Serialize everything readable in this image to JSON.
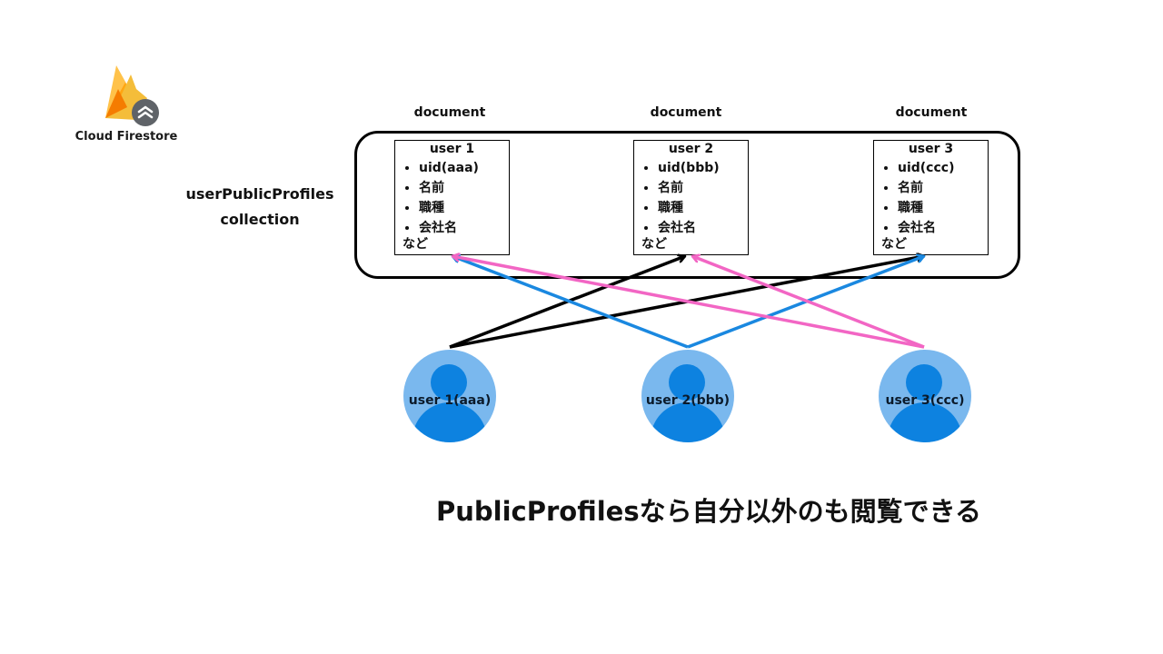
{
  "logo": {
    "text": "Cloud Firestore",
    "icon": "firebase-flame-icon"
  },
  "collection": {
    "label_line1": "userPublicProfiles",
    "label_line2": "collection"
  },
  "documents": [
    {
      "heading": "document",
      "title": "user 1",
      "fields": [
        "uid(aaa)",
        "名前",
        "職種",
        "会社名"
      ],
      "etc": "など"
    },
    {
      "heading": "document",
      "title": "user 2",
      "fields": [
        "uid(bbb)",
        "名前",
        "職種",
        "会社名"
      ],
      "etc": "など"
    },
    {
      "heading": "document",
      "title": "user 3",
      "fields": [
        "uid(ccc)",
        "名前",
        "職種",
        "会社名"
      ],
      "etc": "など"
    }
  ],
  "users": [
    {
      "label": "user 1(aaa)",
      "icon": "user-avatar-icon"
    },
    {
      "label": "user 2(bbb)",
      "icon": "user-avatar-icon"
    },
    {
      "label": "user 3(ccc)",
      "icon": "user-avatar-icon"
    }
  ],
  "access_arrows": [
    {
      "from": "user 1(aaa)",
      "to": [
        "user 2",
        "user 3"
      ],
      "color": "#000000"
    },
    {
      "from": "user 2(bbb)",
      "to": [
        "user 1",
        "user 3"
      ],
      "color": "#1a88e0"
    },
    {
      "from": "user 3(ccc)",
      "to": [
        "user 1",
        "user 2"
      ],
      "color": "#f266c4"
    }
  ],
  "caption": "PublicProfilesなら自分以外のも閲覧できる"
}
